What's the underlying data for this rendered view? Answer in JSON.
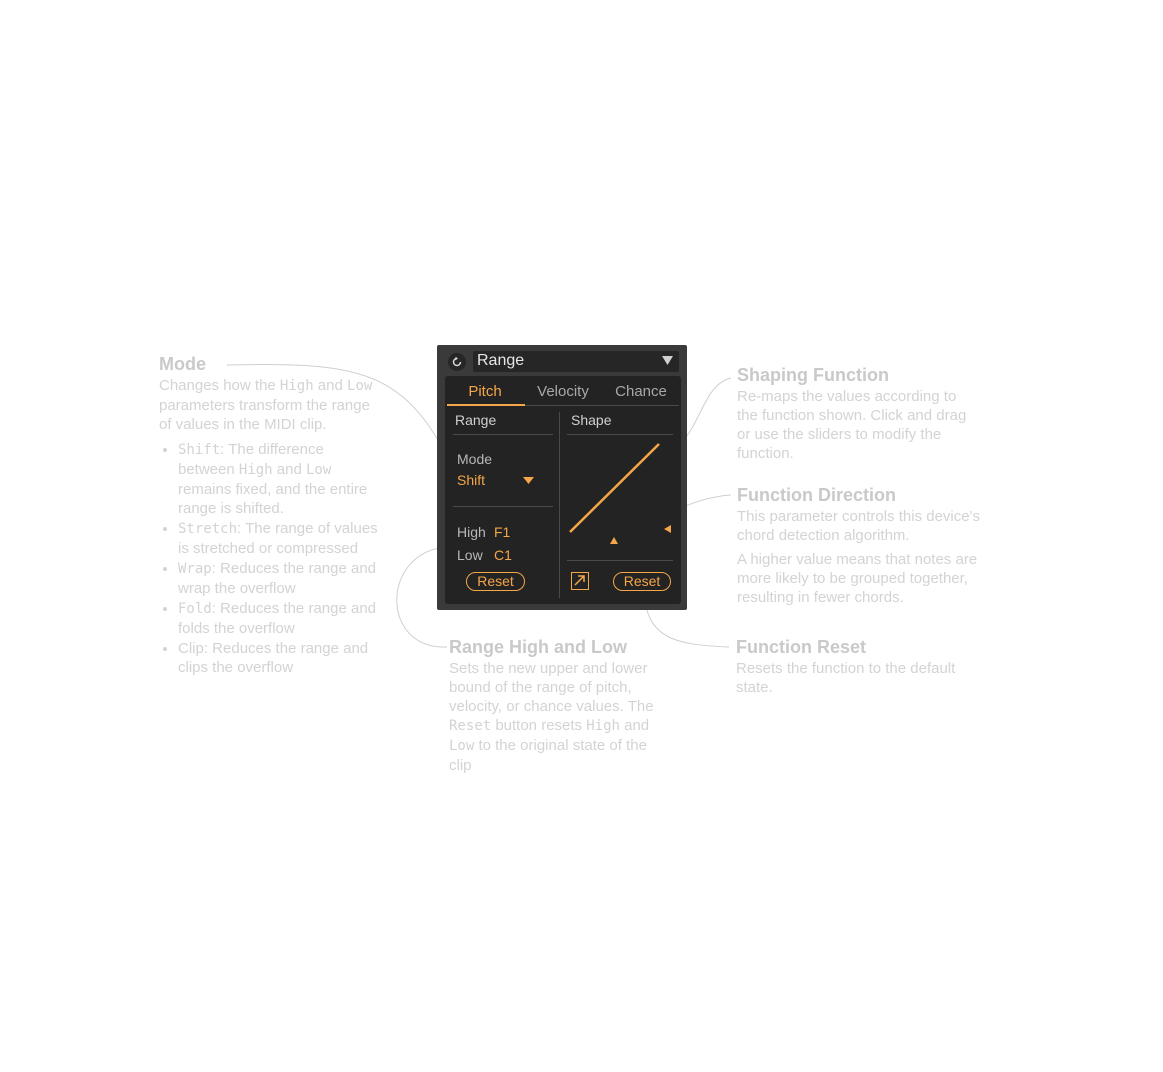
{
  "device": {
    "preset_name": "Range",
    "tabs": [
      {
        "label": "Pitch",
        "active": true
      },
      {
        "label": "Velocity",
        "active": false
      },
      {
        "label": "Chance",
        "active": false
      }
    ],
    "range_section": {
      "title": "Range",
      "mode_label": "Mode",
      "mode_value": "Shift",
      "high_label": "High",
      "high_value": "F1",
      "low_label": "Low",
      "low_value": "C1",
      "reset_label": "Reset"
    },
    "shape_section": {
      "title": "Shape",
      "reset_label": "Reset"
    },
    "accent_color": "#f5a649",
    "panel_color": "#232323"
  },
  "annotations": {
    "mode": {
      "title": "Mode",
      "desc_1": "Changes how the ",
      "desc_code_1": "High",
      "desc_2": " and ",
      "desc_code_2": "Low",
      "desc_3": " parameters transform the range of values in the MIDI clip.",
      "bullets": [
        {
          "code": "Shift",
          "text_a": ": The difference between ",
          "code_b": "High",
          "text_b": " and ",
          "code_c": "Low",
          "text_c": " remains fixed, and the entire range is shifted."
        },
        {
          "code": "Stretch",
          "text": ": The range of values is stretched or compressed"
        },
        {
          "code": "Wrap",
          "text": ": Reduces the range and wrap the overflow"
        },
        {
          "code": "Fold",
          "text": ": Reduces the range and folds the overflow"
        },
        {
          "code": "Clip",
          "text": ": Reduces the range and clips the overflow"
        }
      ]
    },
    "shaping_function": {
      "title": "Shaping Function",
      "desc": "Re-maps the values according to the function shown. Click and drag or use the sliders to modify the function."
    },
    "function_direction": {
      "title": "Function Direction",
      "desc_1": "This parameter controls this device's chord detection algorithm.",
      "desc_2": "A higher value means that notes are more likely to be grouped together, resulting in fewer chords."
    },
    "range_high_low": {
      "title": "Range High and Low",
      "desc_1": "Sets the new upper and lower bound of the range of pitch, velocity, or chance values. The ",
      "desc_code_1": "Reset",
      "desc_2": " button resets ",
      "desc_code_2": "High",
      "desc_3": " and ",
      "desc_code_3": "Low",
      "desc_4": " to the original state of the clip"
    },
    "function_reset": {
      "title": "Function Reset",
      "desc": "Resets the function to the default state."
    }
  }
}
